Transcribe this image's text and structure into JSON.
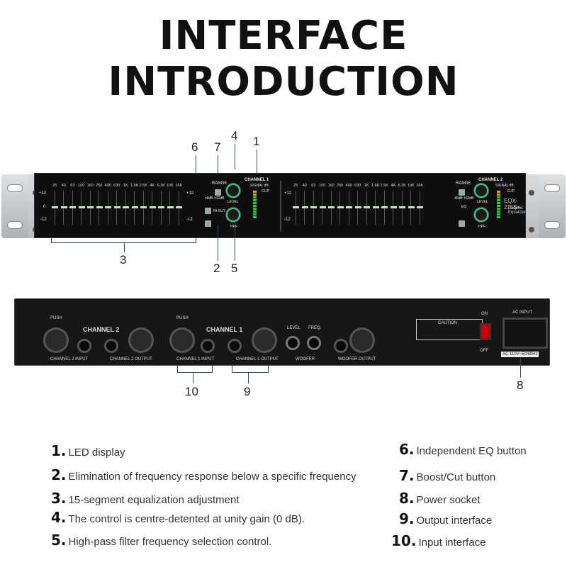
{
  "title": "INTERFACE INTRODUCTION",
  "callouts": [
    "1",
    "2",
    "3",
    "4",
    "5",
    "6",
    "7",
    "8",
    "9",
    "10"
  ],
  "front": {
    "freqs": [
      "25",
      "40",
      "63",
      "100",
      "160",
      "250",
      "400",
      "630",
      "1K",
      "1.6K",
      "2.5K",
      "4K",
      "6.3K",
      "10K",
      "16K"
    ],
    "plus12": "+12",
    "zero": "0",
    "minus12": "-12",
    "range": "RANGE",
    "range_opts": "±6dB ±12dB",
    "in_out": "IN OUT",
    "eq": "EQ",
    "level": "LEVEL",
    "hpf": "HPF",
    "channel1": "CHANNEL 1",
    "channel2": "CHANNEL 2",
    "signal_db": "SIGNAL dB",
    "clip": "CLIP",
    "model": "EQX-215S+",
    "model_sub": "Graphic Equalizer"
  },
  "back": {
    "push": "PUSH",
    "channel2": "CHANNEL 2",
    "channel1": "CHANNEL 1",
    "ch2_input": "CHANNEL 2 INPUT",
    "ch2_output": "CHANNEL 2 OUTPUT",
    "ch1_input": "CHANNEL 1 INPUT",
    "ch1_output": "CHANNEL 1 OUTPUT",
    "level": "LEVEL",
    "freq": "FREQ.",
    "woofer": "WOOFER",
    "woofer_output": "WOOFER OUTPUT",
    "on": "ON",
    "off": "OFF",
    "ac_input": "AC INPUT",
    "ac_spec": "AC 110V~50/60Hz",
    "caution": "CAUTION"
  },
  "descriptions": [
    {
      "num": "1.",
      "text": "LED display"
    },
    {
      "num": "2.",
      "text": "Elimination of frequency response below a specific frequency"
    },
    {
      "num": "3.",
      "text": "15-segment equalization adjustment"
    },
    {
      "num": "4.",
      "text": "The control is centre-detented at unity gain (0 dB)."
    },
    {
      "num": "5.",
      "text": "High-pass filter frequency selection control."
    },
    {
      "num": "6.",
      "text": "Independent EQ button"
    },
    {
      "num": "7.",
      "text": "Boost/Cut button"
    },
    {
      "num": "8.",
      "text": "Power socket"
    },
    {
      "num": "9.",
      "text": "Output interface"
    },
    {
      "num": "10.",
      "text": "Input interface"
    }
  ]
}
